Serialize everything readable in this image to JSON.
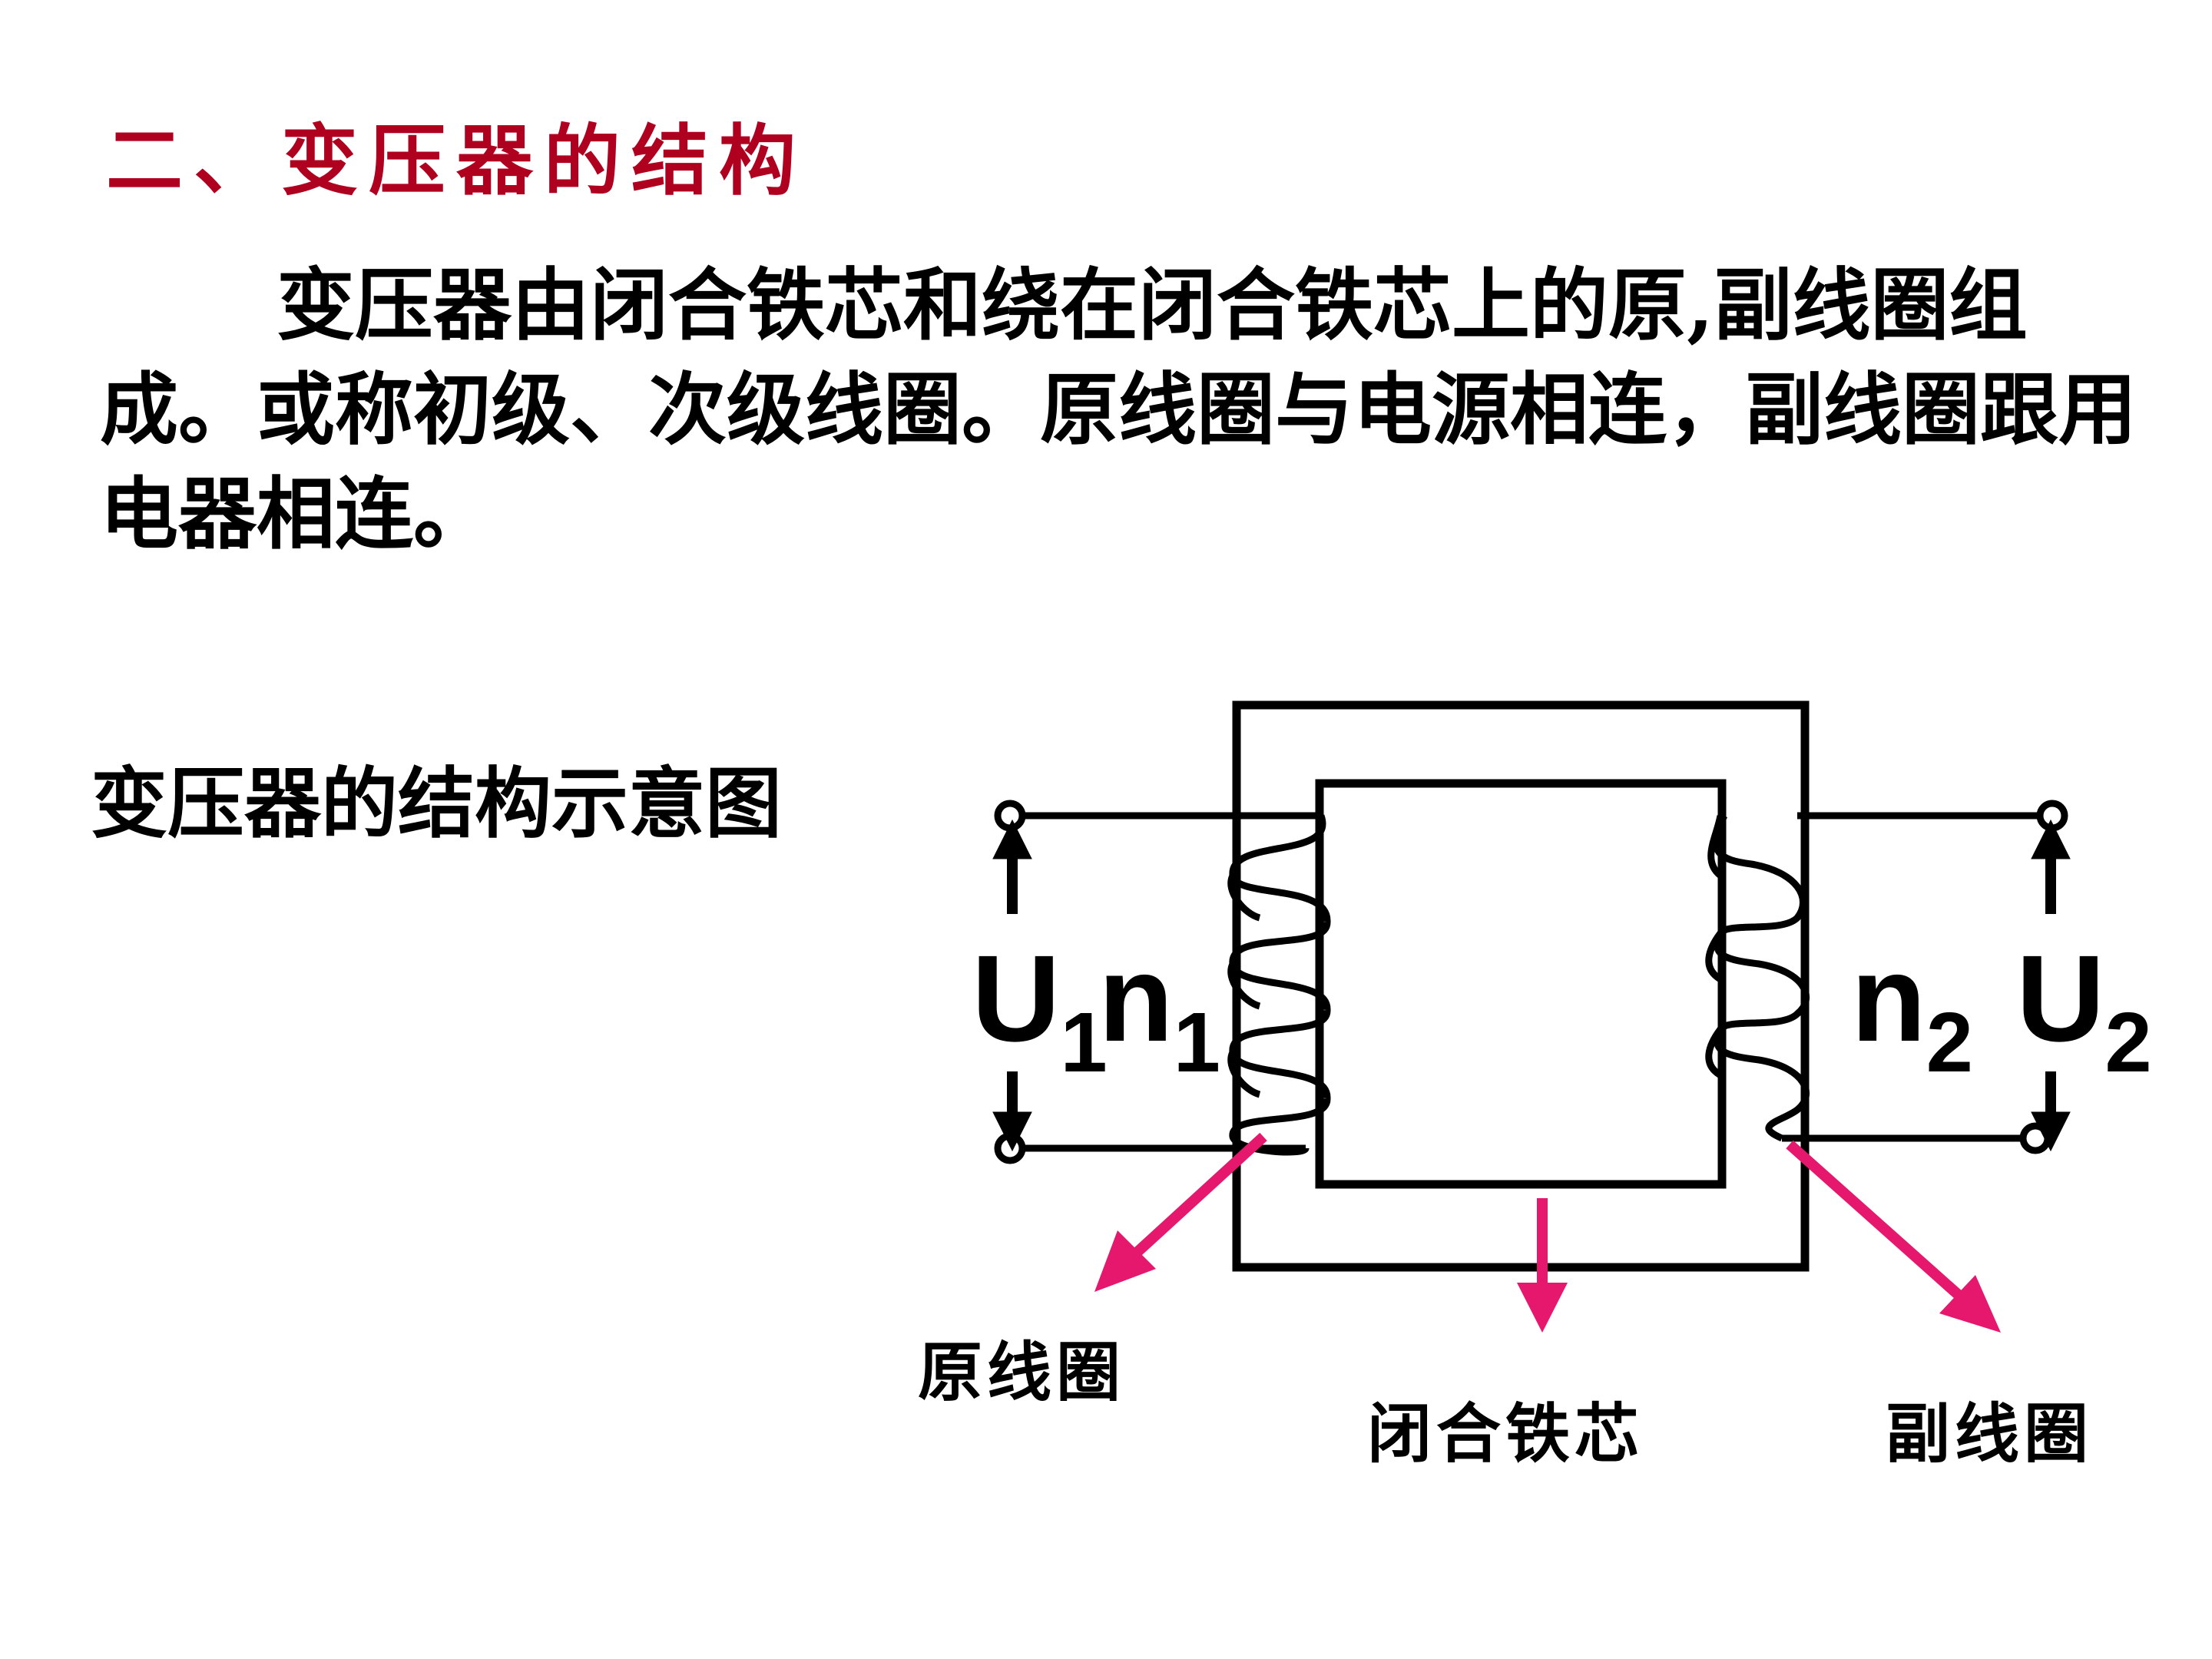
{
  "heading": {
    "text": "二、变压器的结构",
    "color": "#b00020"
  },
  "paragraph": {
    "text": "变压器由闭合铁芯和绕在闭合铁芯上的原,副线圈组成。或称初级、次级线圈。原线圈与电源相连，副线圈跟用电器相连。"
  },
  "diagram": {
    "caption": "变压器的结构示意图",
    "labels": {
      "primary_coil": "原线圈",
      "core": "闭合铁芯",
      "secondary_coil": "副线圈"
    },
    "symbols": {
      "u1": "U",
      "u1_sub": "1",
      "n1": "n",
      "n1_sub": "1",
      "n2": "n",
      "n2_sub": "2",
      "u2": "U",
      "u2_sub": "2"
    },
    "pointer_color": "#e6186e"
  }
}
